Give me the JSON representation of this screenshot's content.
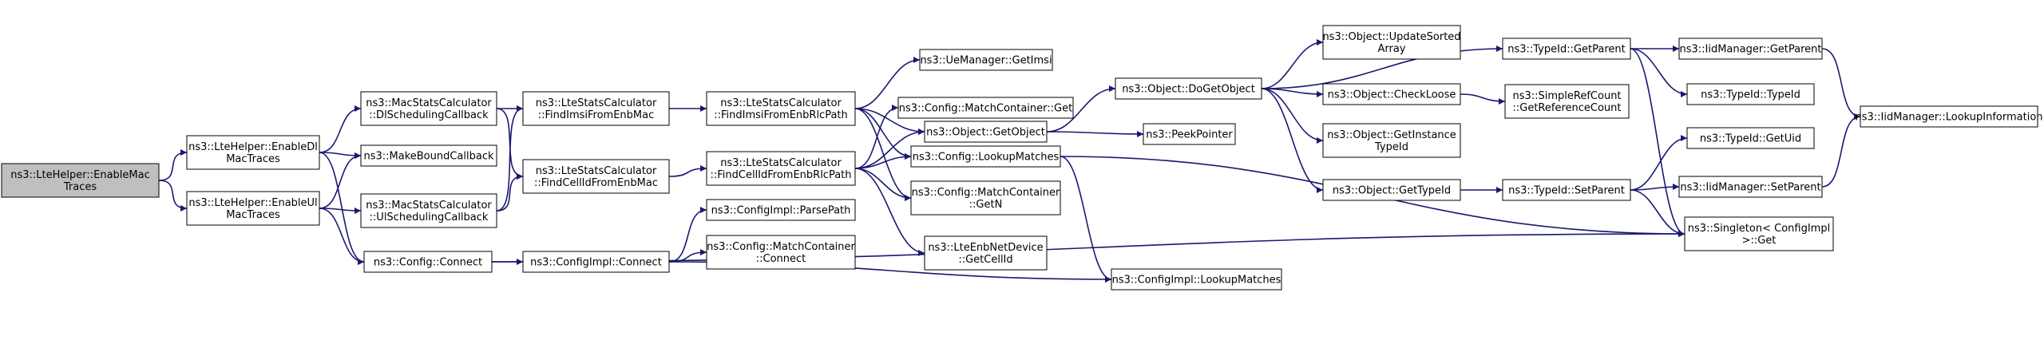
{
  "diagram": {
    "colors": {
      "edge": "#191970",
      "node_fill": "#ffffff",
      "root_fill": "#bfbfbf",
      "node_stroke": "#000000"
    },
    "nodes": {
      "lte_enable_mac": {
        "lines": [
          "ns3::LteHelper::EnableMac",
          "Traces"
        ],
        "root": true
      },
      "lte_enable_dl": {
        "lines": [
          "ns3::LteHelper::EnableDl",
          "MacTraces"
        ]
      },
      "lte_enable_ul": {
        "lines": [
          "ns3::LteHelper::EnableUl",
          "MacTraces"
        ]
      },
      "mac_dl_sched": {
        "lines": [
          "ns3::MacStatsCalculator",
          "::DlSchedulingCallback"
        ]
      },
      "make_bound": {
        "lines": [
          "ns3::MakeBoundCallback"
        ]
      },
      "mac_ul_sched": {
        "lines": [
          "ns3::MacStatsCalculator",
          "::UlSchedulingCallback"
        ]
      },
      "config_connect": {
        "lines": [
          "ns3::Config::Connect"
        ]
      },
      "find_imsi_enbmac": {
        "lines": [
          "ns3::LteStatsCalculator",
          "::FindImsiFromEnbMac"
        ]
      },
      "find_cell_enbmac": {
        "lines": [
          "ns3::LteStatsCalculator",
          "::FindCellIdFromEnbMac"
        ]
      },
      "configimpl_connect": {
        "lines": [
          "ns3::ConfigImpl::Connect"
        ]
      },
      "find_imsi_rlc": {
        "lines": [
          "ns3::LteStatsCalculator",
          "::FindImsiFromEnbRlcPath"
        ]
      },
      "find_cell_rlc": {
        "lines": [
          "ns3::LteStatsCalculator",
          "::FindCellIdFromEnbRlcPath"
        ]
      },
      "parse_path": {
        "lines": [
          "ns3::ConfigImpl::ParsePath"
        ]
      },
      "match_connect": {
        "lines": [
          "ns3::Config::MatchContainer",
          "::Connect"
        ]
      },
      "ue_get_imsi": {
        "lines": [
          "ns3::UeManager::GetImsi"
        ]
      },
      "match_get": {
        "lines": [
          "ns3::Config::MatchContainer::Get"
        ]
      },
      "object_getobject": {
        "lines": [
          "ns3::Object::GetObject"
        ]
      },
      "config_lookup": {
        "lines": [
          "ns3::Config::LookupMatches"
        ]
      },
      "match_getn": {
        "lines": [
          "ns3::Config::MatchContainer",
          "::GetN"
        ]
      },
      "enb_getcellid": {
        "lines": [
          "ns3::LteEnbNetDevice",
          "::GetCellId"
        ]
      },
      "do_getobject": {
        "lines": [
          "ns3::Object::DoGetObject"
        ]
      },
      "peek_pointer": {
        "lines": [
          "ns3::PeekPointer"
        ]
      },
      "configimpl_lookup": {
        "lines": [
          "ns3::ConfigImpl::LookupMatches"
        ]
      },
      "update_sorted": {
        "lines": [
          "ns3::Object::UpdateSorted",
          "Array"
        ]
      },
      "check_loose": {
        "lines": [
          "ns3::Object::CheckLoose"
        ]
      },
      "get_instance_tid": {
        "lines": [
          "ns3::Object::GetInstance",
          "TypeId"
        ]
      },
      "get_typeid": {
        "lines": [
          "ns3::Object::GetTypeId"
        ]
      },
      "simple_refcount": {
        "lines": [
          "ns3::SimpleRefCount",
          "::GetReferenceCount"
        ]
      },
      "tid_getparent": {
        "lines": [
          "ns3::TypeId::GetParent"
        ]
      },
      "tid_setparent": {
        "lines": [
          "ns3::TypeId::SetParent"
        ]
      },
      "iid_getparent": {
        "lines": [
          "ns3::IidManager::GetParent"
        ]
      },
      "tid_typeid": {
        "lines": [
          "ns3::TypeId::TypeId"
        ]
      },
      "tid_getuid": {
        "lines": [
          "ns3::TypeId::GetUid"
        ]
      },
      "iid_setparent": {
        "lines": [
          "ns3::IidManager::SetParent"
        ]
      },
      "singleton_get": {
        "lines": [
          "ns3::Singleton< ConfigImpl",
          " >::Get"
        ]
      },
      "iid_lookup": {
        "lines": [
          "ns3::IidManager::LookupInformation"
        ]
      }
    },
    "edges": [
      [
        "lte_enable_mac",
        "lte_enable_dl"
      ],
      [
        "lte_enable_mac",
        "lte_enable_ul"
      ],
      [
        "lte_enable_dl",
        "mac_dl_sched"
      ],
      [
        "lte_enable_dl",
        "make_bound"
      ],
      [
        "lte_enable_dl",
        "config_connect"
      ],
      [
        "lte_enable_ul",
        "make_bound"
      ],
      [
        "lte_enable_ul",
        "mac_ul_sched"
      ],
      [
        "lte_enable_ul",
        "config_connect"
      ],
      [
        "mac_dl_sched",
        "find_imsi_enbmac"
      ],
      [
        "mac_dl_sched",
        "find_cell_enbmac"
      ],
      [
        "mac_ul_sched",
        "find_imsi_enbmac"
      ],
      [
        "mac_ul_sched",
        "find_cell_enbmac"
      ],
      [
        "config_connect",
        "configimpl_connect"
      ],
      [
        "config_connect",
        "singleton_get"
      ],
      [
        "find_imsi_enbmac",
        "find_imsi_rlc"
      ],
      [
        "find_cell_enbmac",
        "find_cell_rlc"
      ],
      [
        "configimpl_connect",
        "parse_path"
      ],
      [
        "configimpl_connect",
        "match_connect"
      ],
      [
        "configimpl_connect",
        "configimpl_lookup"
      ],
      [
        "find_imsi_rlc",
        "ue_get_imsi"
      ],
      [
        "find_imsi_rlc",
        "object_getobject"
      ],
      [
        "find_imsi_rlc",
        "config_lookup"
      ],
      [
        "find_imsi_rlc",
        "match_getn"
      ],
      [
        "find_cell_rlc",
        "match_get"
      ],
      [
        "find_cell_rlc",
        "object_getobject"
      ],
      [
        "find_cell_rlc",
        "config_lookup"
      ],
      [
        "find_cell_rlc",
        "match_getn"
      ],
      [
        "find_cell_rlc",
        "enb_getcellid"
      ],
      [
        "object_getobject",
        "do_getobject"
      ],
      [
        "object_getobject",
        "peek_pointer"
      ],
      [
        "config_lookup",
        "configimpl_lookup"
      ],
      [
        "config_lookup",
        "singleton_get"
      ],
      [
        "do_getobject",
        "tid_getparent"
      ],
      [
        "do_getobject",
        "update_sorted"
      ],
      [
        "do_getobject",
        "check_loose"
      ],
      [
        "do_getobject",
        "get_instance_tid"
      ],
      [
        "do_getobject",
        "get_typeid"
      ],
      [
        "check_loose",
        "simple_refcount"
      ],
      [
        "get_typeid",
        "tid_setparent"
      ],
      [
        "tid_getparent",
        "iid_getparent"
      ],
      [
        "tid_getparent",
        "tid_typeid"
      ],
      [
        "tid_getparent",
        "singleton_get"
      ],
      [
        "tid_setparent",
        "tid_getuid"
      ],
      [
        "tid_setparent",
        "iid_setparent"
      ],
      [
        "tid_setparent",
        "singleton_get"
      ],
      [
        "iid_getparent",
        "iid_lookup"
      ],
      [
        "iid_setparent",
        "iid_lookup"
      ]
    ]
  }
}
